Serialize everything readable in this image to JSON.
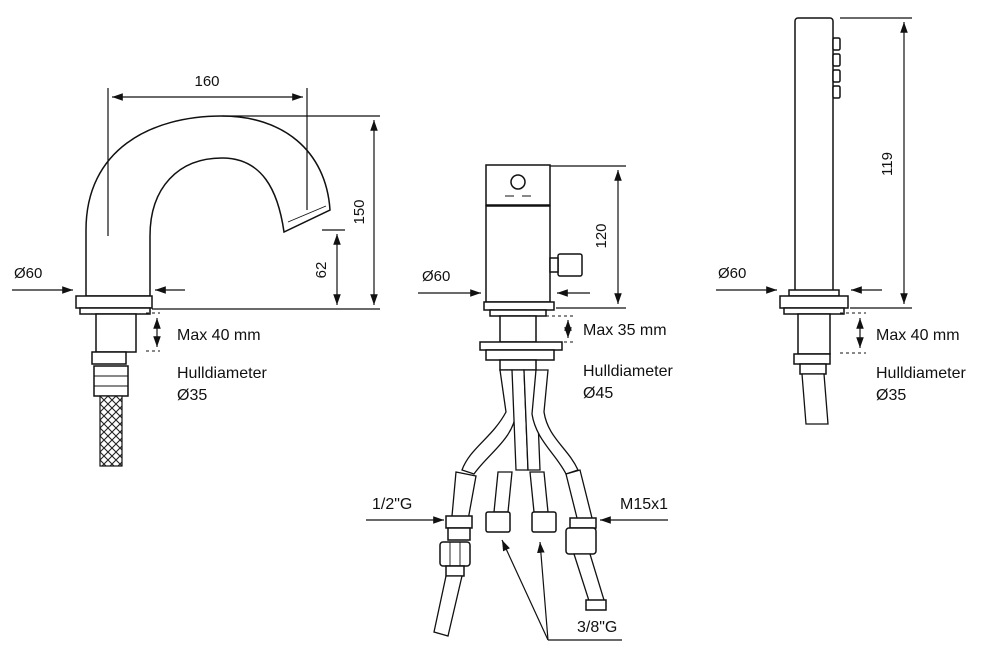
{
  "spout": {
    "width": "160",
    "height": "150",
    "outlet_height": "62",
    "base_diameter": "Ø60",
    "max_thickness": "Max 40 mm",
    "hole_label": "Hulldiameter",
    "hole_diameter": "Ø35"
  },
  "mixer": {
    "height": "120",
    "base_diameter": "Ø60",
    "max_thickness": "Max 35 mm",
    "hole_label": "Hulldiameter",
    "hole_diameter": "Ø45",
    "connection_left": "1/2\"G",
    "connection_right": "M15x1",
    "connection_bottom": "3/8\"G"
  },
  "hand_shower": {
    "height": "119",
    "base_diameter": "Ø60",
    "max_thickness": "Max 40 mm",
    "hole_label": "Hulldiameter",
    "hole_diameter": "Ø35"
  }
}
